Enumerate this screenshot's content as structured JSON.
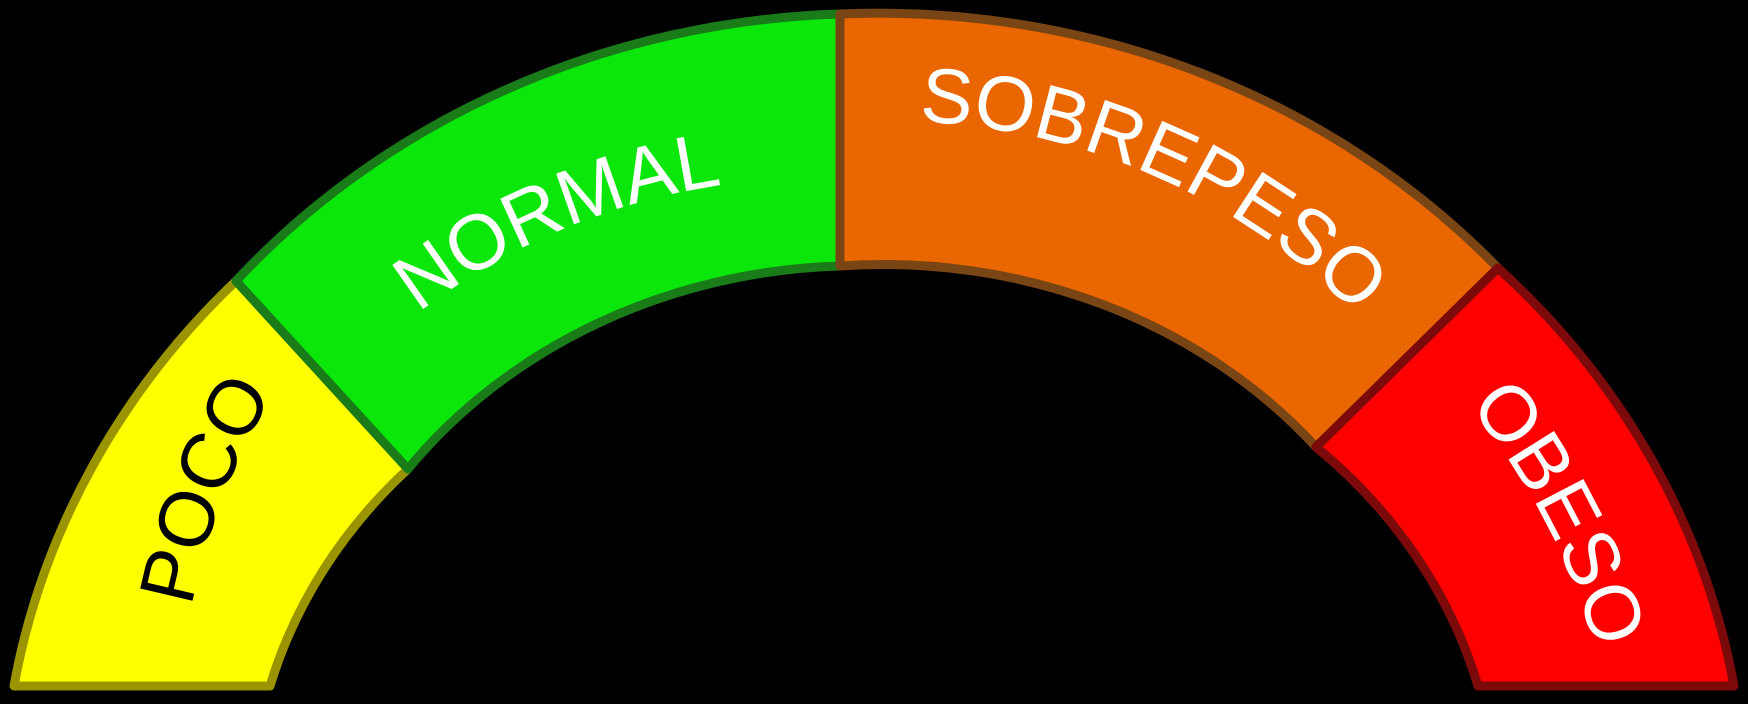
{
  "gauge": {
    "background": "#000000",
    "segments": [
      {
        "id": "poco",
        "label": "POCO",
        "fill": "#ffff00",
        "stroke": "#9a9400",
        "text_color": "#000000"
      },
      {
        "id": "normal",
        "label": "NORMAL",
        "fill": "#0be60b",
        "stroke": "#197c19",
        "text_color": "#ffffff"
      },
      {
        "id": "sobrepeso",
        "label": "SOBREPESO",
        "fill": "#e96601",
        "stroke": "#7a4514",
        "text_color": "#ffffff"
      },
      {
        "id": "obeso",
        "label": "OBESO",
        "fill": "#ff0000",
        "stroke": "#7c0a0a",
        "text_color": "#ffffff"
      }
    ]
  }
}
